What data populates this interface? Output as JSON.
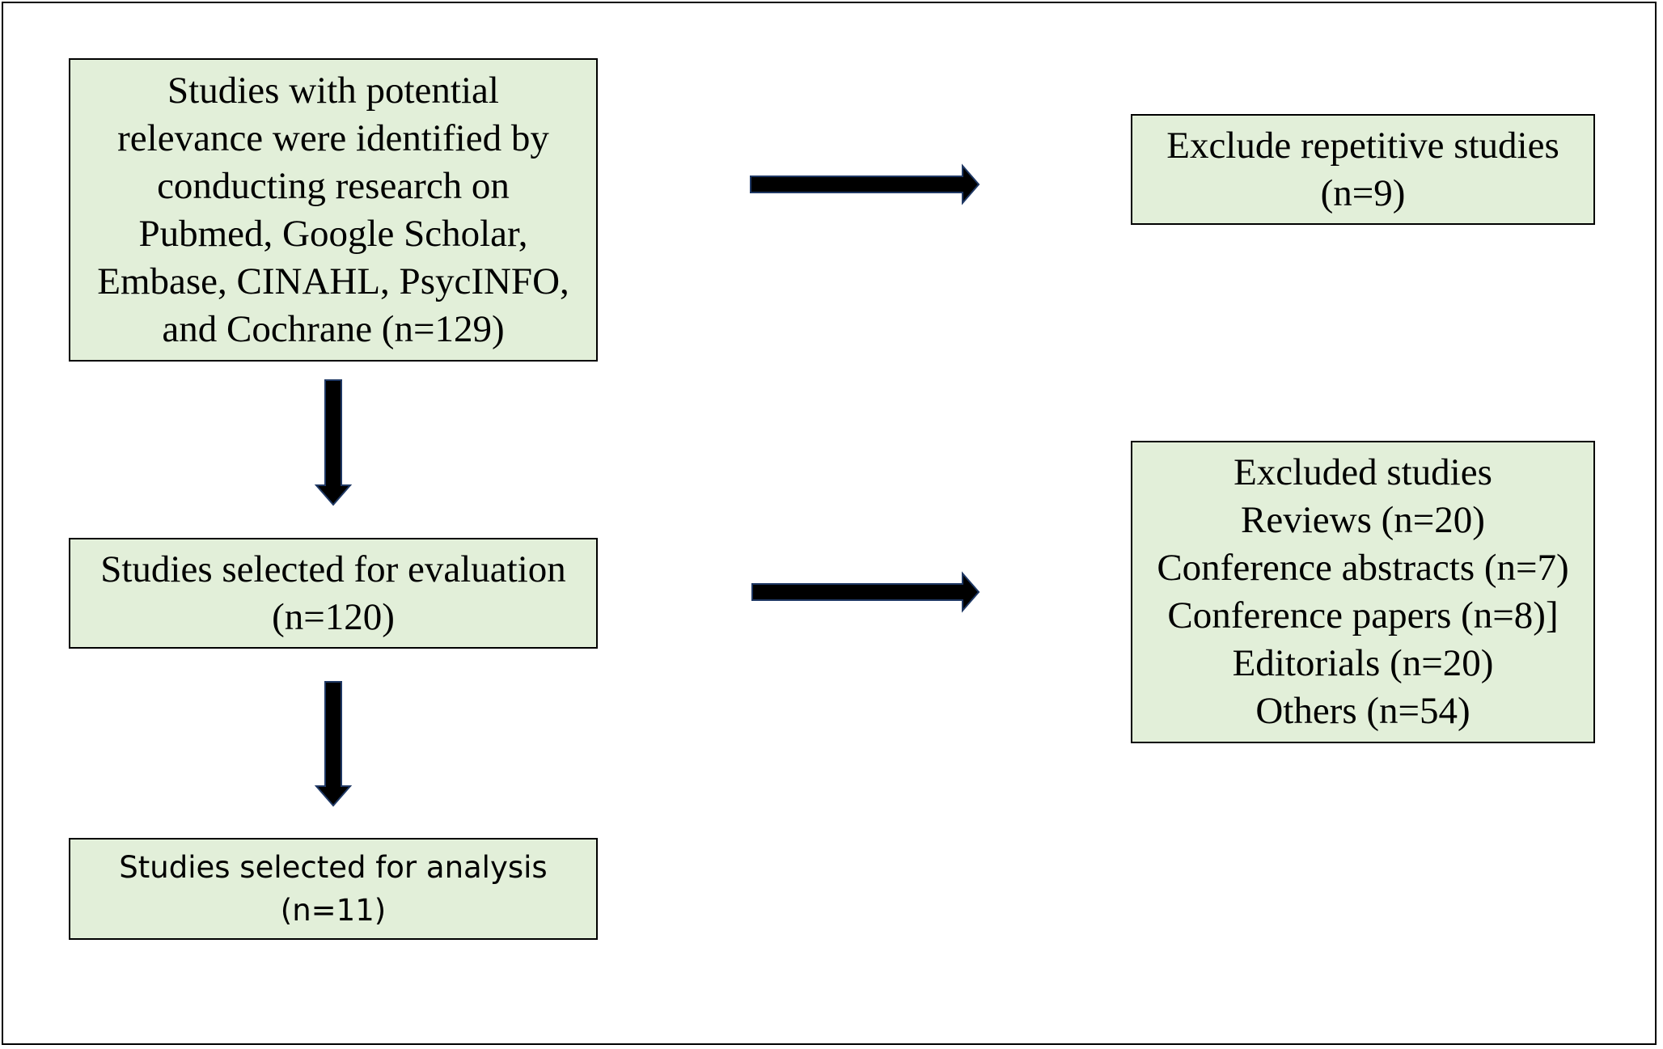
{
  "identified": {
    "lines": [
      "Studies with potential",
      "relevance were identified by",
      "conducting research on",
      "Pubmed, Google Scholar,",
      "Embase, CINAHL, PsycINFO,",
      "and Cochrane (n=129)"
    ]
  },
  "repetitive": {
    "lines": [
      "Exclude repetitive studies",
      "(n=9)"
    ]
  },
  "evaluation": {
    "lines": [
      "Studies selected for evaluation",
      "(n=120)"
    ]
  },
  "excluded": {
    "lines": [
      "Excluded studies",
      "Reviews (n=20)",
      "Conference abstracts (n=7)",
      "Conference papers (n=8)]",
      "Editorials (n=20)",
      "Others (n=54)"
    ]
  },
  "analysis": {
    "lines": [
      "Studies selected for analysis",
      "(n=11)"
    ]
  },
  "colors": {
    "box_fill": "#e2efd9",
    "border": "#000000",
    "arrow": "#000000",
    "arrow_outline": "#1f3864"
  }
}
